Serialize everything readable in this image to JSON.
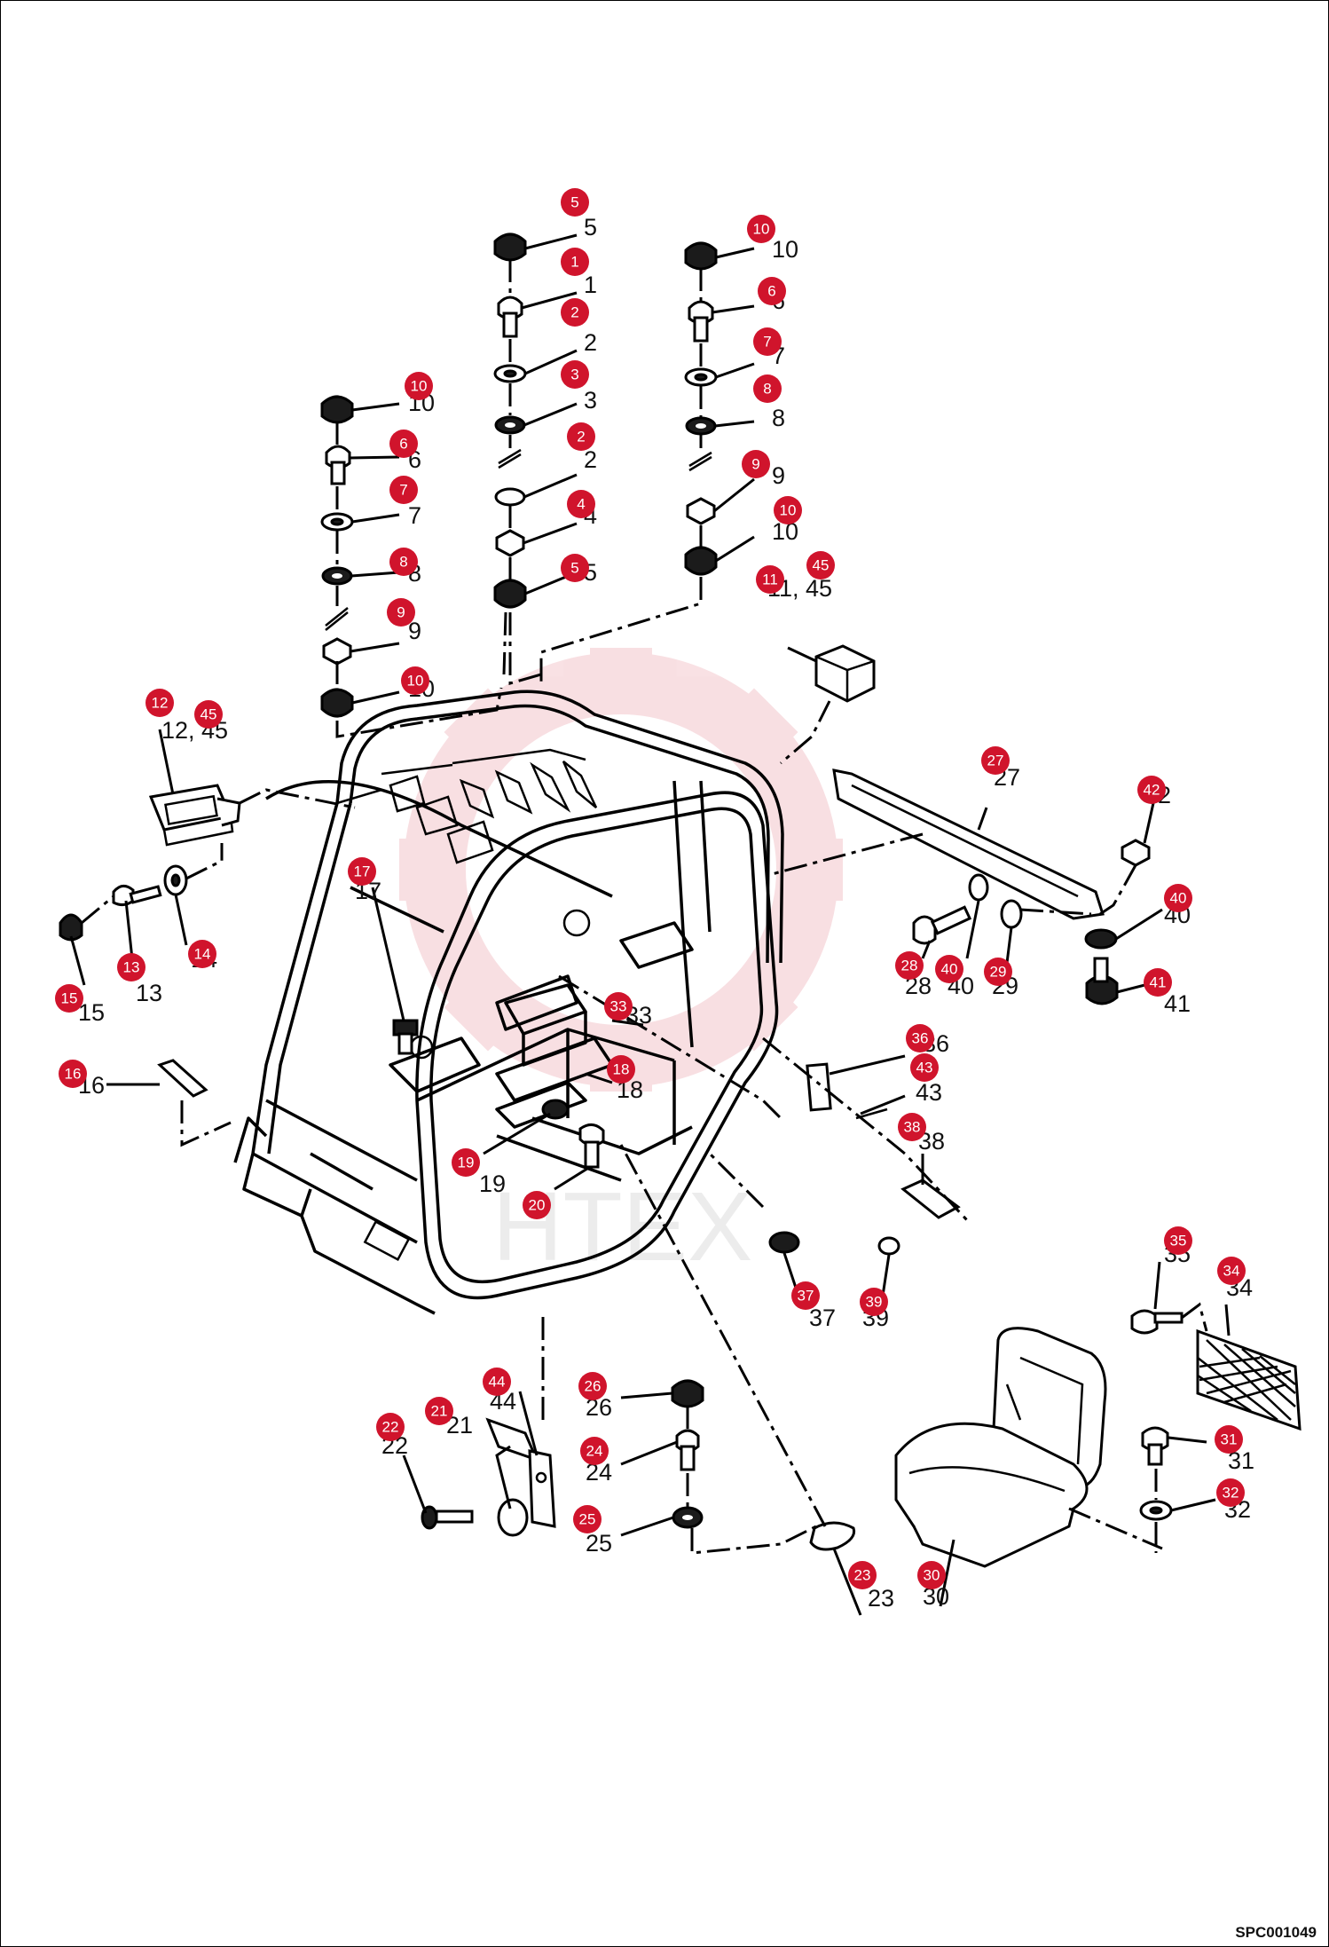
{
  "drawing_code": "SPC001049",
  "watermark": "HTEX",
  "callouts": [
    {
      "id": "5",
      "label": "5"
    },
    {
      "id": "1",
      "label": "1"
    },
    {
      "id": "2",
      "label": "2"
    },
    {
      "id": "3",
      "label": "3"
    },
    {
      "id": "4",
      "label": "4"
    },
    {
      "id": "6",
      "label": "6"
    },
    {
      "id": "7",
      "label": "7"
    },
    {
      "id": "8",
      "label": "8"
    },
    {
      "id": "9",
      "label": "9"
    },
    {
      "id": "10",
      "label": "10"
    },
    {
      "id": "11",
      "label": "11, 45"
    },
    {
      "id": "12",
      "label": "12, 45"
    },
    {
      "id": "13",
      "label": "13"
    },
    {
      "id": "14",
      "label": "14"
    },
    {
      "id": "15",
      "label": "15"
    },
    {
      "id": "16",
      "label": "16"
    },
    {
      "id": "17",
      "label": "17"
    },
    {
      "id": "18",
      "label": "18"
    },
    {
      "id": "19",
      "label": "19"
    },
    {
      "id": "20",
      "label": "20"
    },
    {
      "id": "21",
      "label": "21"
    },
    {
      "id": "22",
      "label": "22"
    },
    {
      "id": "23",
      "label": "23"
    },
    {
      "id": "24",
      "label": "24"
    },
    {
      "id": "25",
      "label": "25"
    },
    {
      "id": "26",
      "label": "26"
    },
    {
      "id": "27",
      "label": "27"
    },
    {
      "id": "28",
      "label": "28"
    },
    {
      "id": "29",
      "label": "29"
    },
    {
      "id": "30",
      "label": "30"
    },
    {
      "id": "31",
      "label": "31"
    },
    {
      "id": "32",
      "label": "32"
    },
    {
      "id": "33",
      "label": "33"
    },
    {
      "id": "34",
      "label": "34"
    },
    {
      "id": "35",
      "label": "35"
    },
    {
      "id": "36",
      "label": "36"
    },
    {
      "id": "37",
      "label": "37"
    },
    {
      "id": "38",
      "label": "38"
    },
    {
      "id": "39",
      "label": "39"
    },
    {
      "id": "40",
      "label": "40"
    },
    {
      "id": "41",
      "label": "41"
    },
    {
      "id": "42",
      "label": "42"
    },
    {
      "id": "43",
      "label": "43"
    },
    {
      "id": "44",
      "label": "44"
    },
    {
      "id": "45",
      "label": "45"
    }
  ]
}
